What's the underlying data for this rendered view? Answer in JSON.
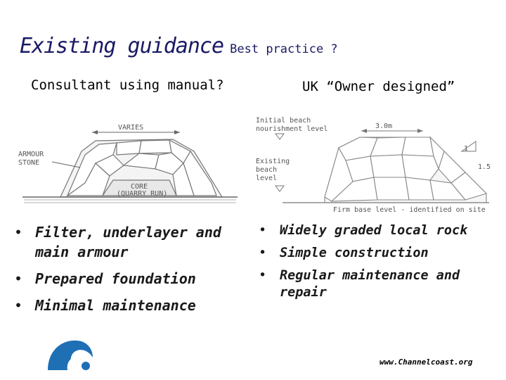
{
  "title": {
    "main": "Existing guidance",
    "sub": "Best practice ?"
  },
  "left": {
    "caption": "Consultant using manual?",
    "figure_labels": {
      "width": "VARIES",
      "armour": [
        "ARMOUR",
        "STONE"
      ],
      "core": [
        "CORE",
        "(QUARRY RUN)"
      ]
    },
    "bullets": [
      "Filter, underlayer and main armour",
      "Prepared foundation",
      "Minimal maintenance"
    ]
  },
  "right": {
    "caption": "UK “Owner designed”",
    "figure_labels": {
      "initial": [
        "Initial beach",
        "nourishment level"
      ],
      "width": "3.0m",
      "existing": [
        "Existing",
        "beach",
        "level"
      ],
      "slope_v": "1",
      "slope_h": "1.5",
      "base": "Firm base level - identified on site"
    },
    "bullets": [
      "Widely graded local rock",
      "Simple construction",
      "Regular maintenance and repair"
    ]
  },
  "footer": {
    "url": "www.Channelcoast.org"
  },
  "colors": {
    "title": "#1a1a66",
    "logo": "#1f6fb5"
  }
}
